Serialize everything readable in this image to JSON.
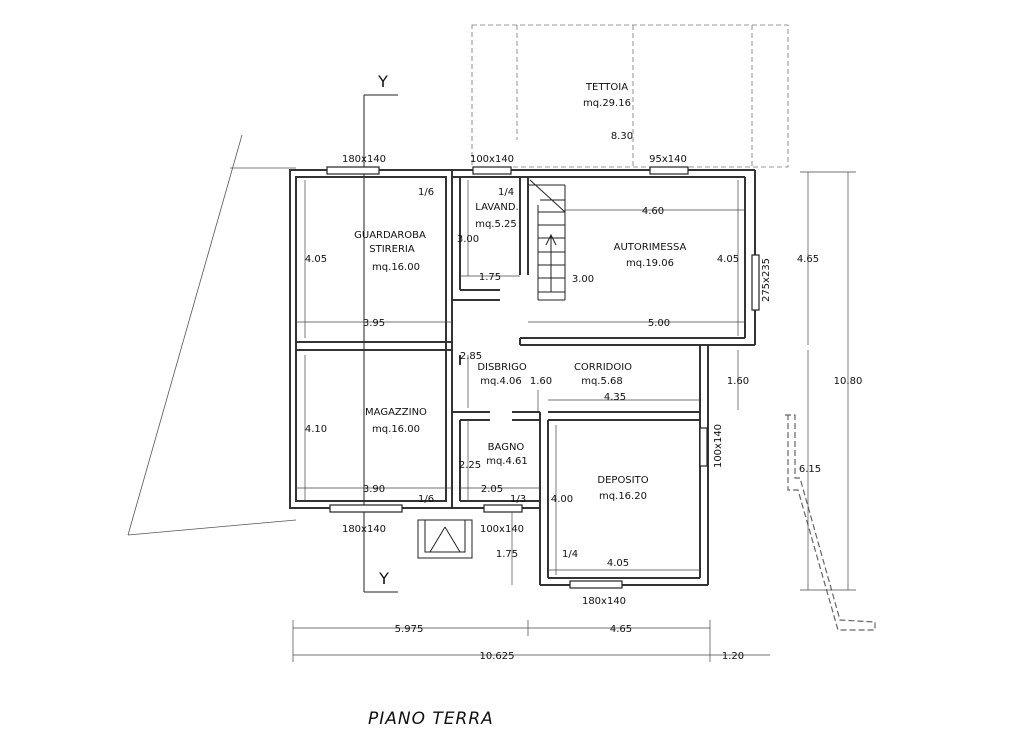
{
  "title": "PIANO TERRA",
  "axis": {
    "top": "Y",
    "bottom": "Y"
  },
  "rooms": {
    "tettoia": {
      "name": "TETTOIA",
      "area": "mq.29.16"
    },
    "guardaroba": {
      "name1": "GUARDAROBA",
      "name2": "STIRERIA",
      "area": "mq.16.00"
    },
    "lavanderia": {
      "name": "LAVAND.",
      "area": "mq.5.25"
    },
    "autorimessa": {
      "name": "AUTORIMESSA",
      "area": "mq.19.06"
    },
    "disbrigo": {
      "name": "DISBRIGO",
      "area": "mq.4.06"
    },
    "corridoio": {
      "name": "CORRIDOIO",
      "area": "mq.5.68"
    },
    "magazzino": {
      "name": "MAGAZZINO",
      "area": "mq.16.00"
    },
    "bagno": {
      "name": "BAGNO",
      "area": "mq.4.61"
    },
    "deposito": {
      "name": "DEPOSITO",
      "area": "mq.16.20"
    }
  },
  "windows": {
    "w1": "180x140",
    "w2": "100x140",
    "w3": "95x140",
    "w4": "275x235",
    "w5": "100x140",
    "w6": "180x140",
    "w7": "100x140",
    "w8": "180x140"
  },
  "ratios": {
    "r1": "1/6",
    "r2": "1/4",
    "r3": "1/6",
    "r4": "1/3",
    "r5": "1/4"
  },
  "dimensions": {
    "d_830": "8.30",
    "d_460": "4.60",
    "d_405a": "4.05",
    "d_300a": "3.00",
    "d_175a": "1.75",
    "d_300b": "3.00",
    "d_405b": "4.05",
    "d_395": "3.95",
    "d_500": "5.00",
    "d_285": "2.85",
    "d_160a": "1.60",
    "d_435": "4.35",
    "d_160b": "1.60",
    "d_410": "4.10",
    "d_225": "2.25",
    "d_390": "3.90",
    "d_205": "2.05",
    "d_400": "4.00",
    "d_405c": "4.05",
    "d_175b": "1.75",
    "d_465a": "4.65",
    "d_1080": "10.80",
    "d_615": "6.15",
    "d_5975": "5.975",
    "d_465b": "4.65",
    "d_10625": "10.625",
    "d_120": "1.20"
  }
}
